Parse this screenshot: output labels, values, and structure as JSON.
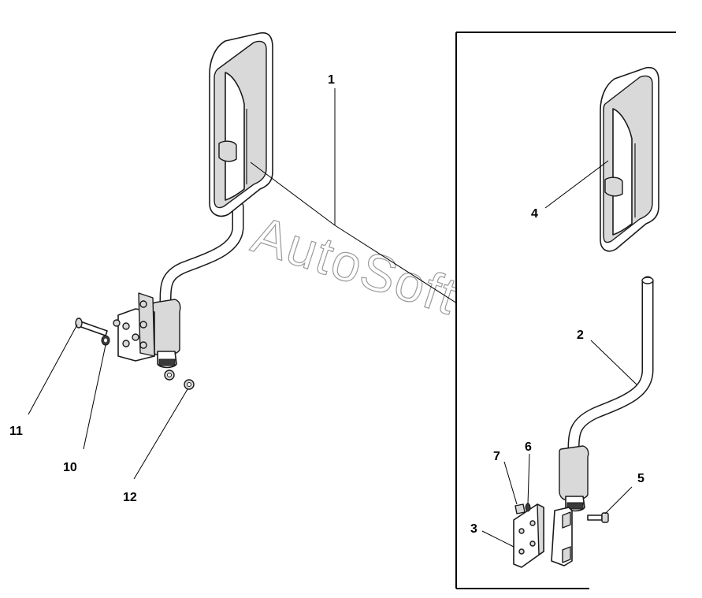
{
  "watermark": "AutoSoft",
  "callouts": [
    {
      "id": "1",
      "text": "1"
    },
    {
      "id": "2",
      "text": "2"
    },
    {
      "id": "3",
      "text": "3"
    },
    {
      "id": "4",
      "text": "4"
    },
    {
      "id": "5",
      "text": "5"
    },
    {
      "id": "6",
      "text": "6"
    },
    {
      "id": "7",
      "text": "7"
    },
    {
      "id": "10",
      "text": "10"
    },
    {
      "id": "11",
      "text": "11"
    },
    {
      "id": "12",
      "text": "12"
    }
  ]
}
